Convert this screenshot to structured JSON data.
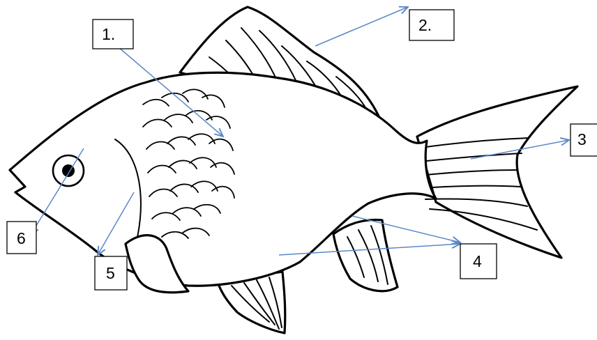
{
  "colors": {
    "arrow": "#5b87c5",
    "outline": "#000000",
    "background": "#ffffff"
  },
  "labels": {
    "l1": "1.",
    "l2": "2.",
    "l3": "3",
    "l4": "4",
    "l5": "5",
    "l6": "6"
  }
}
